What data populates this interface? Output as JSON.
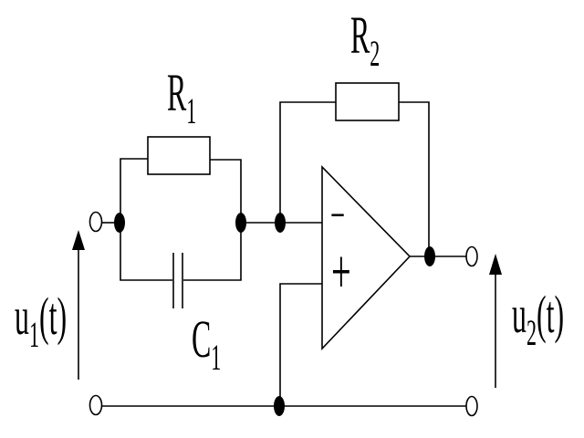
{
  "diagram": {
    "line_color": "#000000",
    "background_color": "#ffffff"
  },
  "components": {
    "r1": {
      "base": "R",
      "sub": "1"
    },
    "r2": {
      "base": "R",
      "sub": "2"
    },
    "c1": {
      "base": "C",
      "sub": "1"
    },
    "opamp": {
      "inverting_input_sign": "−",
      "non_inverting_input_sign": "+"
    }
  },
  "signals": {
    "input": {
      "base": "u",
      "sub": "1",
      "suffix": "(t)"
    },
    "output": {
      "base": "u",
      "sub": "2",
      "suffix": "(t)"
    }
  }
}
